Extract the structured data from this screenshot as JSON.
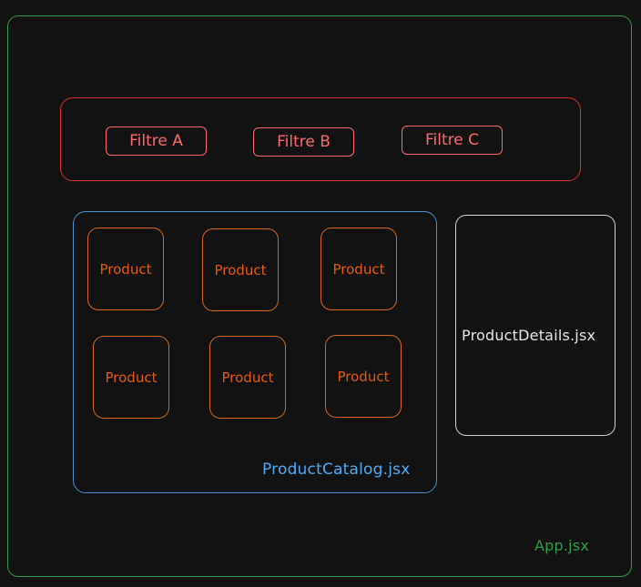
{
  "app": {
    "label": "App.jsx",
    "color": "#2f9e44"
  },
  "filters": {
    "color": "#ff6b6b",
    "items": [
      "Filtre A",
      "Filtre B",
      "Filtre C"
    ]
  },
  "catalog": {
    "label": "ProductCatalog.jsx",
    "color": "#4dabf7",
    "products": [
      "Product",
      "Product",
      "Product",
      "Product",
      "Product",
      "Product"
    ]
  },
  "details": {
    "label": "ProductDetails.jsx",
    "color": "#e8e8e8"
  }
}
